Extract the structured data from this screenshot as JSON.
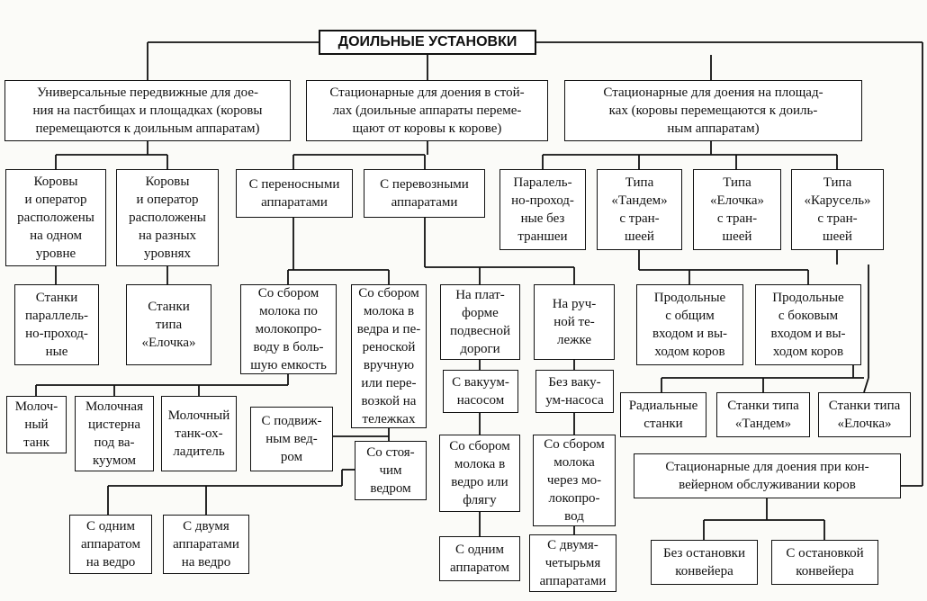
{
  "nodes": {
    "root": "ДОИЛЬНЫЕ УСТАНОВКИ",
    "universal": "Универсальные передвижные для дое-\nния на пастбищах и площадках (коровы\nперемещаются к доильным аппаратам)",
    "stall": "Стационарные для доения в стой-\nлах (доильные аппараты переме-\nщают от коровы к корове)",
    "platform": "Стационарные для доения на площад-\nках (коровы перемещаются к доиль-\nным аппаратам)",
    "same_level": "Коровы\nи оператор\nрасположены\nна одном\nуровне",
    "diff_level": "Коровы\nи оператор\nрасположены\nна разных\nуровнях",
    "portable": "С переносными\nаппаратами",
    "transport": "С перевозными\nаппаратами",
    "parallel_no_trench": "Паралель-\nно-проход-\nные без\nтраншеи",
    "tandem_trench": "Типа\n«Тандем»\nс тран-\nшеей",
    "elochka_trench": "Типа\n«Елочка»\nс тран-\nшеей",
    "karusel_trench": "Типа\n«Карусель»\nс тран-\nшеей",
    "parallel_stalls": "Станки\nпараллель-\nно-проход-\nные",
    "elochka_stalls": "Станки\nтипа\n«Елочка»",
    "pipeline_collect": "Со сбором\nмолока по\nмолокопро-\nводу в боль-\nшую емкость",
    "bucket_collect": "Со сбором\nмолока в\nведра и пе-\nреноской\nвручную\nили пере-\nвозкой на\nтележках",
    "suspended_road": "На плат-\nформе\nподвесной\nдороги",
    "hand_cart": "На руч-\nной те-\nлежке",
    "common_entry": "Продольные\nс общим\nвходом и вы-\nходом коров",
    "side_entry": "Продольные\nс боковым\nвходом и вы-\nходом коров",
    "milk_tank": "Молоч-\nный\nтанк",
    "vacuum_cistern": "Молочная\nцистерна\nпод ва-\nкуумом",
    "cooler_tank": "Молочный\nтанк-ох-\nладитель",
    "mobile_bucket": "С подвиж-\nным вед-\nром",
    "stationary_bucket": "Со стоя-\nчим ведром",
    "vacuum_pump": "С вакуум-\nнасосом",
    "no_vacuum_pump": "Без ваку-\nум-насоса",
    "bucket_flask": "Со сбором\nмолока в\nведро или\nфлягу",
    "pipeline_milk": "Со сбором\nмолока\nчерез мо-\nлокопро-\nвод",
    "one_apparatus_bucket": "С одним\nаппаратом\nна ведро",
    "two_apparatus_bucket": "С двумя\nаппаратами\nна ведро",
    "one_apparatus": "С одним\nаппаратом",
    "two_four_apparatus": "С двумя-\nчетырьмя\nаппаратами",
    "radial": "Радиальные\nстанки",
    "tandem_stalls": "Станки типа\n«Тандем»",
    "elochka_stalls2": "Станки типа\n«Елочка»",
    "conveyor": "Стационарные для доения при кон-\nвейерном обслуживании коров",
    "no_stop": "Без остановки\nконвейера",
    "with_stop": "С остановкой\nконвейера"
  },
  "colors": {
    "ink": "#111111",
    "paper": "#fbfbf8"
  }
}
